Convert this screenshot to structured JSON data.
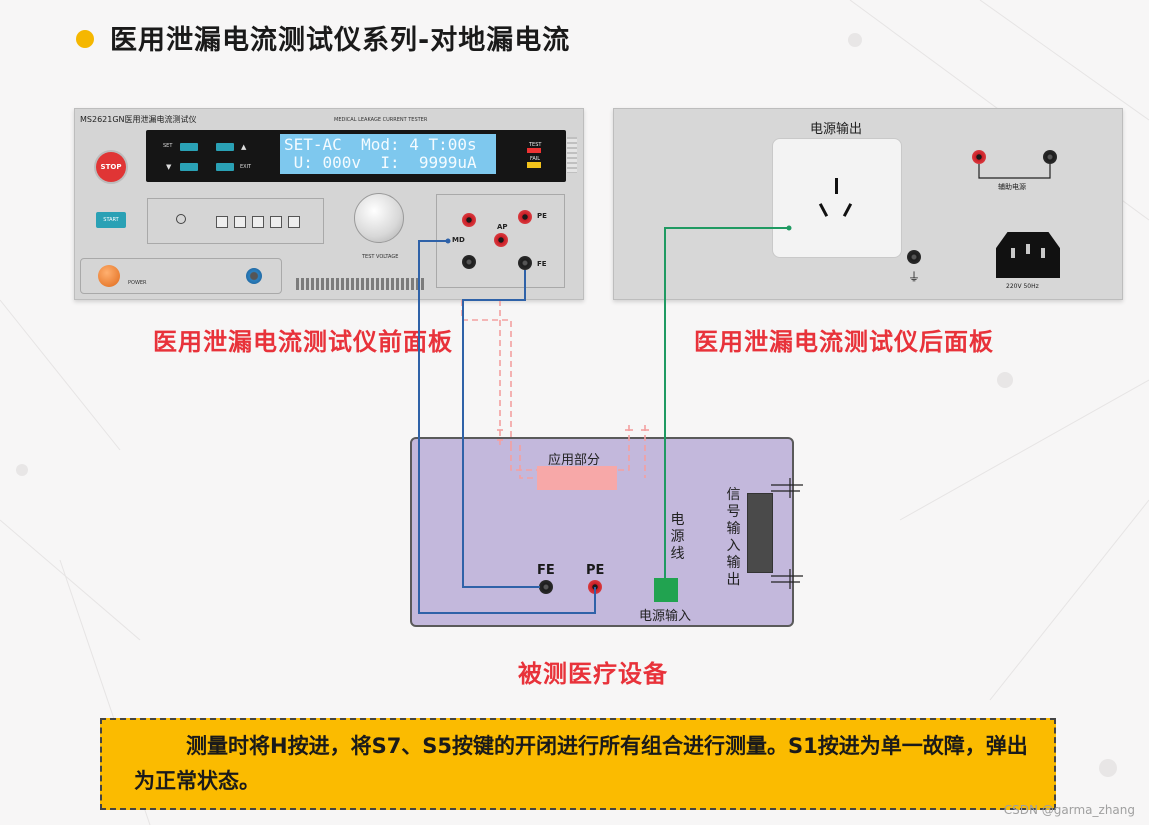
{
  "title": "医用泄漏电流测试仪系列-对地漏电流",
  "front_panel": {
    "caption": "医用泄漏电流测试仪前面板",
    "model": "MS2621GN医用泄漏电流测试仪",
    "model_en": "MEDICAL LEAKAGE CURRENT TESTER",
    "lcd_line1": "SET-AC  Mod: 4 T:00s",
    "lcd_line2": " U: 000v  I:  9999uA",
    "key_set": "SET",
    "key_exit": "EXIT",
    "stop_label": "STOP",
    "start_label": "START",
    "power_label": "POWER",
    "test_label": "TEST",
    "fail_label": "FAIL",
    "test_voltage_label": "TEST VOLTAGE",
    "jack_md": "MD",
    "jack_ap": "AP",
    "jack_pe": "PE",
    "jack_fe": "FE"
  },
  "rear_panel": {
    "caption": "医用泄漏电流测试仪后面板",
    "power_output": "电源输出",
    "aux_power": "辅助电源",
    "mains_rating": "220V 50Hz"
  },
  "device": {
    "caption": "被测医疗设备",
    "applied_part": "应用部分",
    "power_cord": "电源线",
    "power_input": "电源输入",
    "signal_io": "信号输入输出",
    "fe": "FE",
    "pe": "PE"
  },
  "note": "测量时将H按进，将S7、S5按键的开闭进行所有组合进行测量。S1按进为单一故障，弹出为正常状态。",
  "watermark": "CSDN @garma_zhang",
  "colors": {
    "accent_yellow": "#f5b700",
    "caption_red": "#e8323a",
    "wire_blue": "#2f62a8",
    "wire_green": "#1f9a62",
    "wire_pink": "#f4a0a0",
    "device_fill": "#c3b8dc",
    "note_fill": "#fbbb00"
  }
}
